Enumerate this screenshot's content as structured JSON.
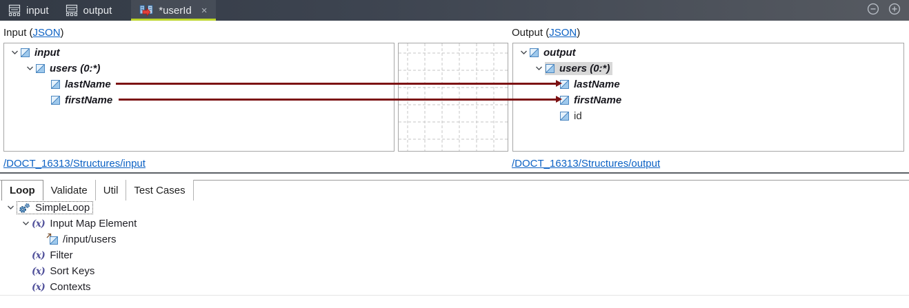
{
  "colors": {
    "accent": "#bdd62b",
    "mapline": "#7c1113",
    "link": "#0b61c4"
  },
  "header": {
    "tabs": [
      {
        "label": "input"
      },
      {
        "label": "output"
      },
      {
        "label": "*userId"
      }
    ],
    "close_glyph": "×"
  },
  "input_panel": {
    "title_pre": "Input (",
    "title_link": "JSON",
    "title_post": ")",
    "rows": [
      {
        "label": "input"
      },
      {
        "label": "users (0:*)"
      },
      {
        "label": "lastName"
      },
      {
        "label": "firstName"
      }
    ],
    "footer_link": "/DOCT_16313/Structures/input"
  },
  "output_panel": {
    "title_pre": "Output (",
    "title_link": "JSON",
    "title_post": ")",
    "rows": [
      {
        "label": "output"
      },
      {
        "label": "users (0:*)"
      },
      {
        "label": "lastName"
      },
      {
        "label": "firstName"
      },
      {
        "label": "id"
      }
    ],
    "footer_link": "/DOCT_16313/Structures/output"
  },
  "mappings": [
    {
      "from": "lastName",
      "to": "lastName"
    },
    {
      "from": "firstName",
      "to": "firstName"
    }
  ],
  "bottom": {
    "tabs": [
      {
        "label": "Loop"
      },
      {
        "label": "Validate"
      },
      {
        "label": "Util"
      },
      {
        "label": "Test Cases"
      }
    ],
    "rows": [
      {
        "label": "SimpleLoop"
      },
      {
        "label": "Input Map Element"
      },
      {
        "label": "/input/users"
      },
      {
        "label": "Filter"
      },
      {
        "label": "Sort Keys"
      },
      {
        "label": "Contexts"
      }
    ]
  }
}
